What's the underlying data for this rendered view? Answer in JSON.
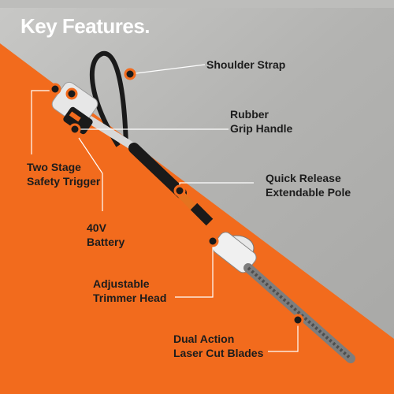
{
  "heading": "Key Features.",
  "features": {
    "shoulder_strap": [
      "Shoulder Strap"
    ],
    "rubber_grip": [
      "Rubber",
      "Grip Handle"
    ],
    "safety_trigger": [
      "Two Stage",
      "Safety Trigger"
    ],
    "quick_release": [
      "Quick Release",
      "Extendable Pole"
    ],
    "battery": [
      "40V",
      "Battery"
    ],
    "trimmer_head": [
      "Adjustable",
      "Trimmer Head"
    ],
    "blades": [
      "Dual Action",
      "Laser Cut Blades"
    ]
  },
  "colors": {
    "orange": "#f26b1d",
    "concrete": "#b8b8b6",
    "text": "#1c1c1c",
    "title": "#ffffff"
  }
}
